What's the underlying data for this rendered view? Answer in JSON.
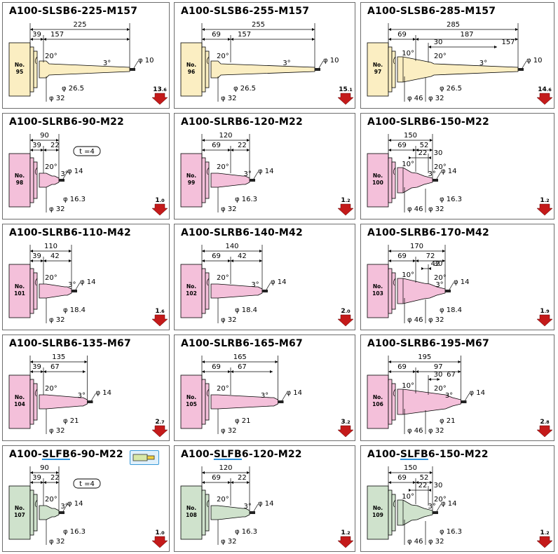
{
  "colors": {
    "yellow": "#fbeec2",
    "pink": "#f4c0da",
    "green": "#cfe2cc"
  },
  "cells": [
    {
      "title_a": "A100-SLSB6-225-M157",
      "title_u": "",
      "title_b": "",
      "no_label": "No.",
      "no": "95",
      "color": "#fbeec2",
      "type": "straight",
      "total": "225",
      "d1": "39",
      "d2": "157",
      "d3": "",
      "angle1": "20°",
      "angle2": "",
      "taper": "3°",
      "dtip": "φ 10",
      "ds1": "φ 32",
      "ds2": "φ 26.5",
      "ds3": "",
      "weight_main": "13",
      "weight_frac": ".6",
      "tag": "",
      "icon": false
    },
    {
      "title_a": "A100-SLSB6-255-M157",
      "title_u": "",
      "title_b": "",
      "no_label": "No.",
      "no": "96",
      "color": "#fbeec2",
      "type": "straight",
      "total": "255",
      "d1": "69",
      "d2": "157",
      "d3": "",
      "angle1": "20°",
      "angle2": "",
      "taper": "3°",
      "dtip": "φ 10",
      "ds1": "φ 32",
      "ds2": "φ 26.5",
      "ds3": "",
      "weight_main": "15",
      "weight_frac": ".1",
      "tag": "",
      "icon": false
    },
    {
      "title_a": "A100-SLSB6-285-M157",
      "title_u": "",
      "title_b": "",
      "no_label": "No.",
      "no": "97",
      "color": "#fbeec2",
      "type": "big",
      "total": "285",
      "d1": "69",
      "d2": "187",
      "d3": "30",
      "d4": "157",
      "angle1": "20°",
      "angle2": "10°",
      "taper": "3°",
      "dtip": "φ 10",
      "ds1": "φ 46",
      "ds2": "φ 32",
      "ds3": "φ 26.5",
      "weight_main": "14",
      "weight_frac": ".6",
      "tag": "",
      "icon": false
    },
    {
      "title_a": "A100-SLRB6-90-M22",
      "title_u": "",
      "title_b": "",
      "no_label": "No.",
      "no": "98",
      "color": "#f4c0da",
      "type": "short",
      "total": "90",
      "d1": "39",
      "d2": "22",
      "d3": "",
      "angle1": "20°",
      "angle2": "",
      "taper": "3°",
      "dtip": "φ 14",
      "ds1": "φ 32",
      "ds2": "φ 16.3",
      "ds3": "",
      "weight_main": "1",
      "weight_frac": ".0",
      "tag": "t =4",
      "icon": false
    },
    {
      "title_a": "A100-SLRB6-120-M22",
      "title_u": "",
      "title_b": "",
      "no_label": "No.",
      "no": "99",
      "color": "#f4c0da",
      "type": "short",
      "total": "120",
      "d1": "69",
      "d2": "22",
      "d3": "",
      "angle1": "20°",
      "angle2": "",
      "taper": "3°",
      "dtip": "φ 14",
      "ds1": "φ 32",
      "ds2": "φ 16.3",
      "ds3": "",
      "weight_main": "1",
      "weight_frac": ".2",
      "tag": "",
      "icon": false
    },
    {
      "title_a": "A100-SLRB6-150-M22",
      "title_u": "",
      "title_b": "",
      "no_label": "No.",
      "no": "100",
      "color": "#f4c0da",
      "type": "bigshort",
      "total": "150",
      "d1": "69",
      "d2": "52",
      "d3": "30",
      "d4": "22",
      "angle1": "20°",
      "angle2": "10°",
      "taper": "3°",
      "dtip": "φ 14",
      "ds1": "φ 46",
      "ds2": "φ 32",
      "ds3": "φ 16.3",
      "weight_main": "1",
      "weight_frac": ".2",
      "tag": "",
      "icon": false
    },
    {
      "title_a": "A100-SLRB6-110-M42",
      "title_u": "",
      "title_b": "",
      "no_label": "No.",
      "no": "101",
      "color": "#f4c0da",
      "type": "short",
      "total": "110",
      "d1": "39",
      "d2": "42",
      "d3": "",
      "angle1": "20°",
      "angle2": "",
      "taper": "3°",
      "dtip": "φ 14",
      "ds1": "φ 32",
      "ds2": "φ 18.4",
      "ds3": "",
      "weight_main": "1",
      "weight_frac": ".6",
      "tag": "",
      "icon": false
    },
    {
      "title_a": "A100-SLRB6-140-M42",
      "title_u": "",
      "title_b": "",
      "no_label": "No.",
      "no": "102",
      "color": "#f4c0da",
      "type": "short",
      "total": "140",
      "d1": "69",
      "d2": "42",
      "d3": "",
      "angle1": "20°",
      "angle2": "",
      "taper": "3°",
      "dtip": "φ 14",
      "ds1": "φ 32",
      "ds2": "φ 18.4",
      "ds3": "",
      "weight_main": "2",
      "weight_frac": ".0",
      "tag": "",
      "icon": false
    },
    {
      "title_a": "A100-SLRB6-170-M42",
      "title_u": "",
      "title_b": "",
      "no_label": "No.",
      "no": "103",
      "color": "#f4c0da",
      "type": "bigshort",
      "total": "170",
      "d1": "69",
      "d2": "72",
      "d3": "30",
      "d4": "42",
      "angle1": "20°",
      "angle2": "10°",
      "taper": "3°",
      "dtip": "φ 14",
      "ds1": "φ 46",
      "ds2": "φ 32",
      "ds3": "φ 18.4",
      "weight_main": "1",
      "weight_frac": ".9",
      "tag": "",
      "icon": false
    },
    {
      "title_a": "A100-SLRB6-135-M67",
      "title_u": "",
      "title_b": "",
      "no_label": "No.",
      "no": "104",
      "color": "#f4c0da",
      "type": "short",
      "total": "135",
      "d1": "39",
      "d2": "67",
      "d3": "",
      "angle1": "20°",
      "angle2": "",
      "taper": "3°",
      "dtip": "φ 14",
      "ds1": "φ 32",
      "ds2": "φ 21",
      "ds3": "",
      "weight_main": "2",
      "weight_frac": ".7",
      "tag": "",
      "icon": false
    },
    {
      "title_a": "A100-SLRB6-165-M67",
      "title_u": "",
      "title_b": "",
      "no_label": "No.",
      "no": "105",
      "color": "#f4c0da",
      "type": "short",
      "total": "165",
      "d1": "69",
      "d2": "67",
      "d3": "",
      "angle1": "20°",
      "angle2": "",
      "taper": "3°",
      "dtip": "φ 14",
      "ds1": "φ 32",
      "ds2": "φ 21",
      "ds3": "",
      "weight_main": "3",
      "weight_frac": ".2",
      "tag": "",
      "icon": false
    },
    {
      "title_a": "A100-SLRB6-195-M67",
      "title_u": "",
      "title_b": "",
      "no_label": "No.",
      "no": "106",
      "color": "#f4c0da",
      "type": "bigshort",
      "total": "195",
      "d1": "69",
      "d2": "97",
      "d3": "30",
      "d4": "67",
      "angle1": "20°",
      "angle2": "10°",
      "taper": "3°",
      "dtip": "φ 14",
      "ds1": "φ 46",
      "ds2": "φ 32",
      "ds3": "φ 21",
      "weight_main": "2",
      "weight_frac": ".8",
      "tag": "",
      "icon": false
    },
    {
      "title_a": "A100-",
      "title_u": "SLFB",
      "title_b": "6-90-M22",
      "no_label": "No.",
      "no": "107",
      "color": "#cfe2cc",
      "type": "short",
      "total": "90",
      "d1": "39",
      "d2": "22",
      "d3": "",
      "angle1": "20°",
      "angle2": "",
      "taper": "3°",
      "dtip": "φ 14",
      "ds1": "φ 32",
      "ds2": "φ 16.3",
      "ds3": "",
      "weight_main": "1",
      "weight_frac": ".0",
      "tag": "t =4",
      "icon": true
    },
    {
      "title_a": "A100-",
      "title_u": "SLFB",
      "title_b": "6-120-M22",
      "no_label": "No.",
      "no": "108",
      "color": "#cfe2cc",
      "type": "short",
      "total": "120",
      "d1": "69",
      "d2": "22",
      "d3": "",
      "angle1": "20°",
      "angle2": "",
      "taper": "3°",
      "dtip": "φ 14",
      "ds1": "φ 32",
      "ds2": "φ 16.3",
      "ds3": "",
      "weight_main": "1",
      "weight_frac": ".2",
      "tag": "",
      "icon": false
    },
    {
      "title_a": "A100-",
      "title_u": "SLFB",
      "title_b": "6-150-M22",
      "no_label": "No.",
      "no": "109",
      "color": "#cfe2cc",
      "type": "bigshort",
      "total": "150",
      "d1": "69",
      "d2": "52",
      "d3": "30",
      "d4": "22",
      "angle1": "20°",
      "angle2": "10°",
      "taper": "3°",
      "dtip": "φ 14",
      "ds1": "φ 46",
      "ds2": "φ 32",
      "ds3": "φ 16.3",
      "weight_main": "1",
      "weight_frac": ".2",
      "tag": "",
      "icon": false
    }
  ]
}
